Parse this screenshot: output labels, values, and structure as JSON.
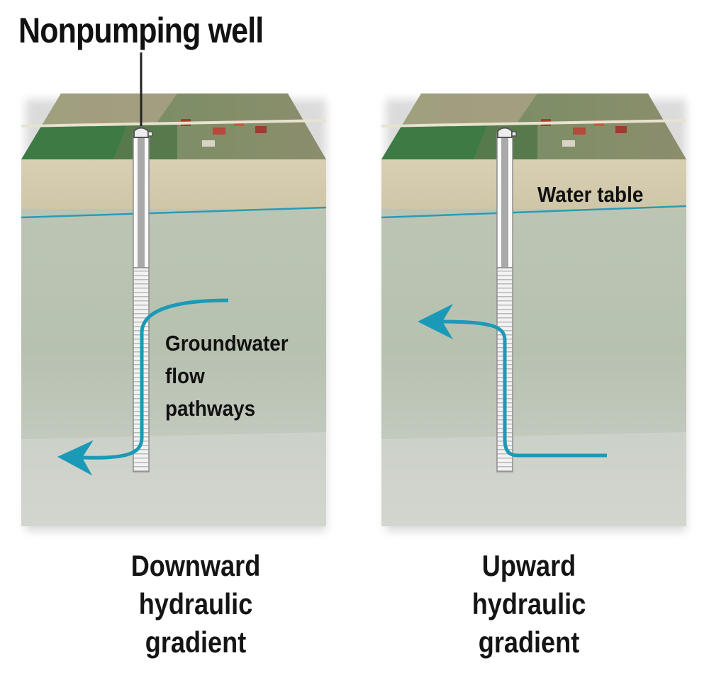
{
  "title": "Nonpumping well",
  "water_table_label": "Water table",
  "flow_label": [
    "Groundwater",
    "flow",
    "pathways"
  ],
  "captions": {
    "left": [
      "Downward",
      "hydraulic",
      "gradient"
    ],
    "right": [
      "Upward",
      "hydraulic",
      "gradient"
    ]
  },
  "colors": {
    "water_table": "#2a9bb5",
    "flow_arrow": "#1b9ab8",
    "well_casing": "#a9a9a9",
    "well_screen": "#e8e8e8"
  }
}
